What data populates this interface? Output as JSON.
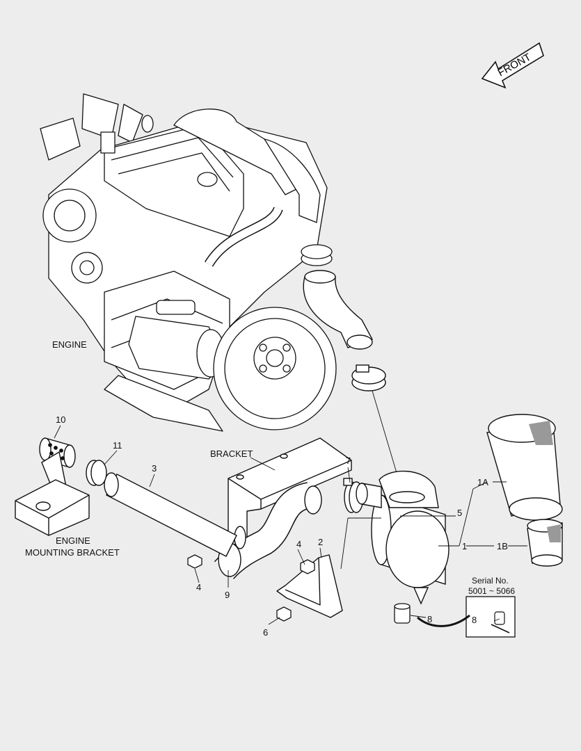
{
  "direction_arrow": {
    "text": "FRONT"
  },
  "labels": {
    "engine": "ENGINE",
    "bracket": "BRACKET",
    "engine_mounting_bracket_line1": "ENGINE",
    "engine_mounting_bracket_line2": "MOUNTING BRACKET"
  },
  "callouts": {
    "c10": "10",
    "c11": "11",
    "c3": "3",
    "c7": "7",
    "c5": "5",
    "c2": "2",
    "c4a": "4",
    "c4b": "4",
    "c9": "9",
    "c6": "6",
    "c8": "8",
    "c1": "1",
    "c1a": "1A",
    "c1b": "1B"
  },
  "serial_box": {
    "title": "Serial No.",
    "range": "5001 ~ 5066",
    "callout": "8"
  }
}
